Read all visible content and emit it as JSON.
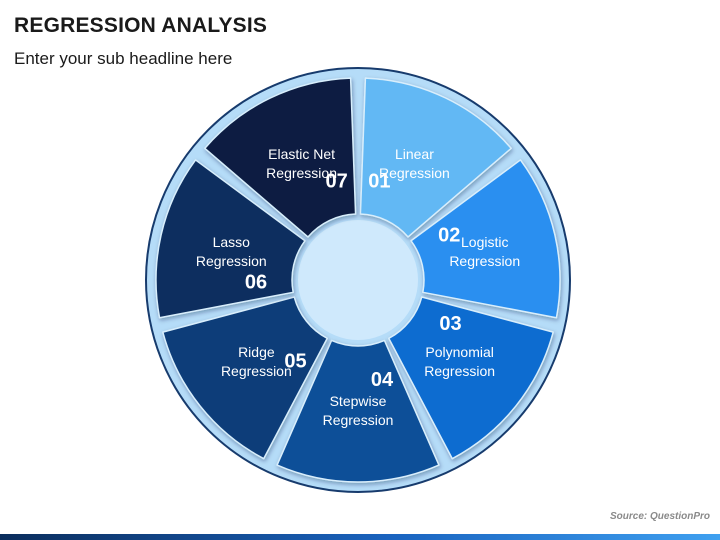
{
  "header": {
    "title": "REGRESSION ANALYSIS",
    "subtitle": "Enter your sub headline here"
  },
  "footer": {
    "source": "Source: QuestionPro"
  },
  "colors": {
    "outer_ring": "#b5dcf8",
    "outer_ring_stroke": "#173b6d",
    "center": "#cfe9fc",
    "segment_stroke": "#d8eefc"
  },
  "segments": [
    {
      "number": "01",
      "line1": "Linear",
      "line2": "Regression",
      "color": "#62b8f4"
    },
    {
      "number": "02",
      "line1": "Logistic",
      "line2": "Regression",
      "color": "#2a8ff0"
    },
    {
      "number": "03",
      "line1": "Polynomial",
      "line2": "Regression",
      "color": "#0f6cd0"
    },
    {
      "number": "04",
      "line1": "Stepwise",
      "line2": "Regression",
      "color": "#0d4f98"
    },
    {
      "number": "05",
      "line1": "Ridge",
      "line2": "Regression",
      "color": "#0c3d79"
    },
    {
      "number": "06",
      "line1": "Lasso",
      "line2": "Regression",
      "color": "#0a2f5f"
    },
    {
      "number": "07",
      "line1": "Elastic Net",
      "line2": "Regression",
      "color": "#081f42"
    }
  ]
}
